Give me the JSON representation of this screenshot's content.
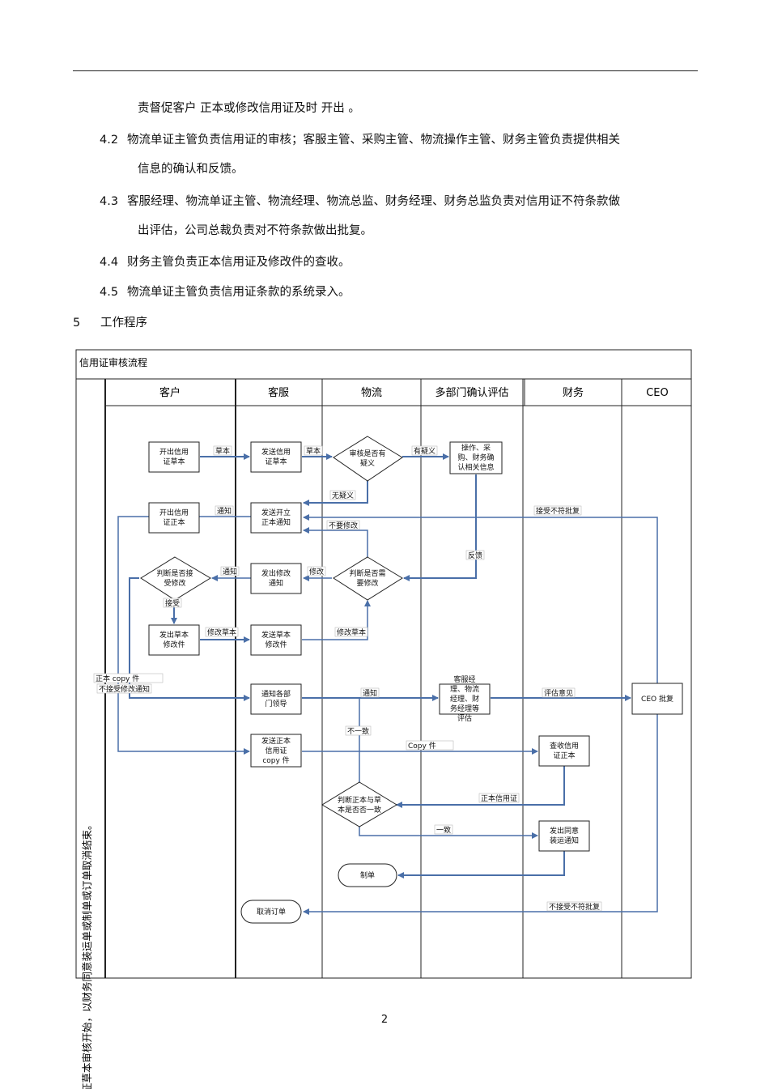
{
  "paragraphs": [
    {
      "num": "",
      "text": "责督促客户  正本或修改信用证及时    开出 。"
    },
    {
      "num": "4.2",
      "text": "物流单证主管负责信用证的审核；客服主管、采购主管、物流操作主管、财务主管负责提供相关"
    },
    {
      "num": "",
      "text": "信息的确认和反馈。"
    },
    {
      "num": "4.3",
      "text": "客服经理、物流单证主管、物流经理、物流总监、财务经理、财务总监负责对信用证不符条款做"
    },
    {
      "num": "",
      "text": "出评估，公司总裁负责对不符条款做出批复。"
    },
    {
      "num": "4.4",
      "text": "财务主管负责正本信用证及修改件的查收。"
    },
    {
      "num": "4.5",
      "text": "物流单证主管负责信用证条款的系统录入。"
    },
    {
      "num": "5",
      "text": "工作程序"
    }
  ],
  "flowchart": {
    "title": "信用证审核流程",
    "lanes": [
      "客户",
      "客服",
      "物流",
      "多部门确认评估",
      "财务",
      "CEO"
    ],
    "side_note": "以信用证草本审核开始，以财务同意装运单或制单或订单取消结束。",
    "boxes": {
      "b1": [
        "开出信用",
        "证草本"
      ],
      "b2": [
        "发送信用",
        "证草本"
      ],
      "b3": [
        "开出信用",
        "证正本"
      ],
      "b4": [
        "发送开立",
        "正本通知"
      ],
      "b5": [
        "发出修改",
        "通知"
      ],
      "b6": [
        "发出草本",
        "修改件"
      ],
      "b7": [
        "发送草本",
        "修改件"
      ],
      "b8": [
        "操作、采",
        "购、财务确",
        "认相关信息"
      ],
      "b9": [
        "通知各部",
        "门领导"
      ],
      "b10": [
        "客服经",
        "理、物流",
        "经理、财",
        "务经理等",
        "评估"
      ],
      "b11": [
        "CEO 批复"
      ],
      "b12": [
        "发送正本",
        "信用证",
        "copy 件"
      ],
      "b13": [
        "查收信用",
        "证正本"
      ],
      "b14": [
        "发出同意",
        "装运通知"
      ]
    },
    "diamonds": {
      "d1": [
        "审核是否有",
        "疑义"
      ],
      "d2": [
        "判断是否接",
        "受修改"
      ],
      "d3": [
        "判断是否需",
        "要修改"
      ],
      "d4": [
        "判断正本与草",
        "本是否否一致"
      ]
    },
    "terminals": {
      "t1": "制单",
      "t2": "取消订单"
    },
    "labels": {
      "l1": "草本",
      "l2": "草本",
      "l3": "有疑义",
      "l4": "无疑义",
      "l5": "通知",
      "l6": "接受不符批复",
      "l7": "不要修改",
      "l8": "反馈",
      "l9": "通知",
      "l10": "修改",
      "l11": "接受",
      "l12": "修改草本",
      "l13": "修改草本",
      "l14": "正本 copy 件",
      "l15": "不接受修改通知",
      "l16": "通知",
      "l17": "评估意见",
      "l18": "不一致",
      "l19": "Copy 件",
      "l20": "正本信用证",
      "l21": "一致",
      "l22": "不接受不符批复"
    }
  },
  "page_number": "2"
}
